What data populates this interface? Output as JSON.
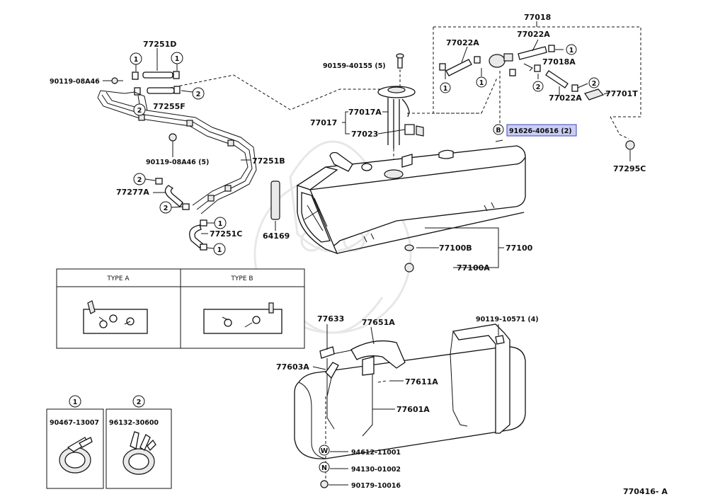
{
  "diagram": {
    "part_numbers": {
      "p77018": "77018",
      "p77022A_1": "77022A",
      "p77022A_2": "77022A",
      "p77022A_3": "77022A",
      "p77018A": "77018A",
      "p77701T": "77701T",
      "p77295C": "77295C",
      "p91626": "91626-40616 (2)",
      "p90159": "90159-40155 (5)",
      "p77017A": "77017A",
      "p77017": "77017",
      "p77023": "77023",
      "p77251D": "77251D",
      "p90119a": "90119-08A46",
      "p77255F": "77255F",
      "p90119b": "90119-08A46 (5)",
      "p77251B": "77251B",
      "p77277A": "77277A",
      "p77251C": "77251C",
      "p64169": "64169",
      "p77100B": "77100B",
      "p77100": "77100",
      "p77100A": "77100A",
      "p77633": "77633",
      "p77651A": "77651A",
      "p90119c": "90119-10571 (4)",
      "p77603A": "77603A",
      "p77611A": "77611A",
      "p77601A": "77601A",
      "p94612": "94612-11001",
      "p94130": "94130-01002",
      "p90179": "90179-10016",
      "p90467": "90467-13007",
      "p96132": "96132-30600"
    },
    "markers": {
      "one": "1",
      "two": "2",
      "B": "B",
      "W": "W",
      "N": "N"
    },
    "type_table": {
      "type_a": "TYPE A",
      "type_b": "TYPE B"
    },
    "drawing_id": "770416- A"
  }
}
